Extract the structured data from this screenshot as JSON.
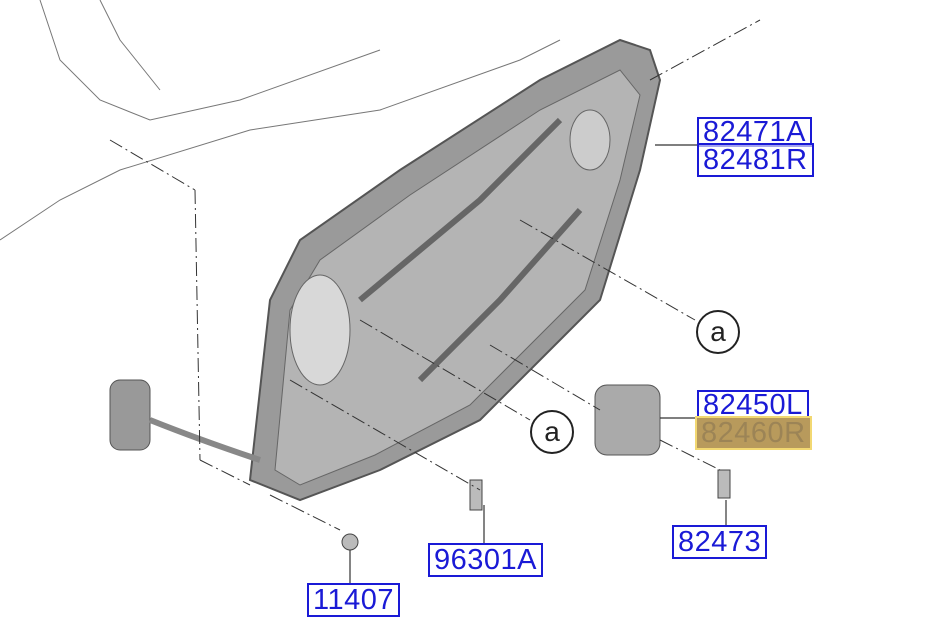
{
  "diagram": {
    "part_labels": [
      {
        "code": "82471A",
        "highlighted": false
      },
      {
        "code": "82481R",
        "highlighted": false
      },
      {
        "code": "82450L",
        "highlighted": false
      },
      {
        "code": "82460R",
        "highlighted": true
      },
      {
        "code": "96301A",
        "highlighted": false
      },
      {
        "code": "82473",
        "highlighted": false
      },
      {
        "code": "11407",
        "highlighted": false
      }
    ],
    "callouts": [
      "a",
      "a"
    ],
    "colors": {
      "label": "#1a1ad6",
      "highlight_fill": "#b89a5c",
      "highlight_border": "#f2d872",
      "part": "#8a8a8a"
    }
  }
}
